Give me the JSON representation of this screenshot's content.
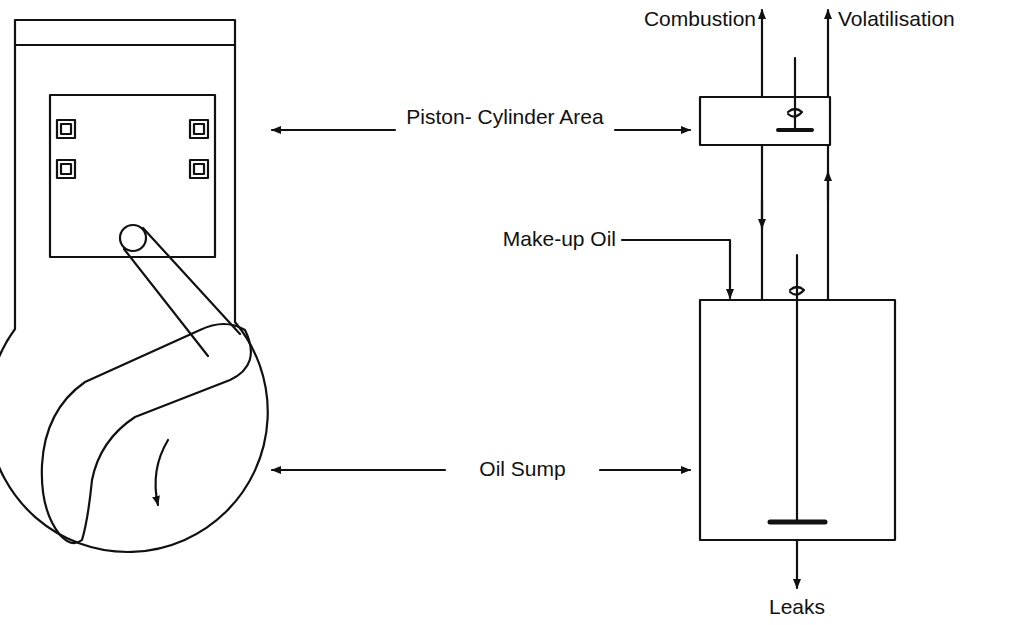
{
  "diagram": {
    "labels": [
      "Combustion",
      "Volatilisation",
      "Piston- Cylinder Area",
      "Make-up Oil",
      "Oil Sump",
      "Leaks"
    ]
  }
}
